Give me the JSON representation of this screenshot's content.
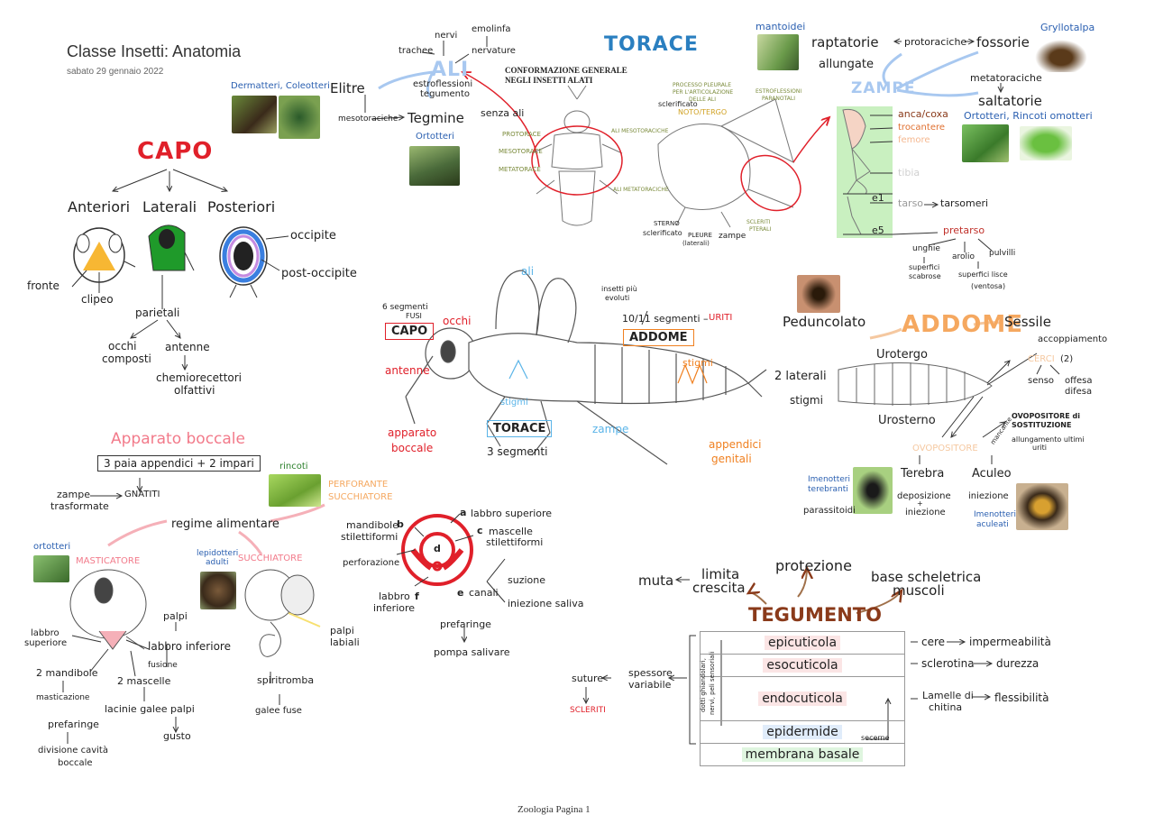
{
  "header": {
    "title": "Classe Insetti: Anatomia",
    "date": "sabato 29 gennaio 2022"
  },
  "capo": {
    "title": "CAPO",
    "groups": [
      "Anteriori",
      "Laterali",
      "Posteriori"
    ],
    "labels": {
      "fronte": "fronte",
      "clipeo": "clipeo",
      "parietali": "parietali",
      "occhi": "occhi",
      "composti": "composti",
      "antenne": "antenne",
      "chemio1": "chemiorecettori",
      "chemio2": "olfattivi",
      "occipite": "occipite",
      "post_occipite": "post-occipite"
    }
  },
  "ali": {
    "title": "ALI",
    "trachee": "trachee",
    "nervi": "nervi",
    "emolinfa": "emolinfa",
    "nervature": "nervature",
    "estro1": "estroflessioni",
    "estro2": "tegumento",
    "elitre": "Elitre",
    "tegmine": "Tegmine",
    "mesotoraciche": "mesotoraciche",
    "dermatteri": "Dermatteri, Coleotteri",
    "ortotteri": "Ortotteri"
  },
  "torace": {
    "title": "TORACE",
    "conf1": "CONFORMAZIONE GENERALE",
    "conf2": "NEGLI INSETTI ALATI",
    "senza_ali": "senza ali",
    "protorace": "PROTORACE",
    "mesotorace": "MESOTORACE",
    "metatorace": "METATORACE",
    "ali_meso": "ALI MESOTORACICHE",
    "ali_meta": "ALI METATORACICHE",
    "processo": [
      "PROCESSO PLEURALE",
      "PER L'ARTICOLAZIONE",
      "DELLE ALI"
    ],
    "sclerificato": "sclerificato",
    "noto": "NOTO/TERGO",
    "estro_par": [
      "ESTROFLESSIONI",
      "PARANOTALI"
    ],
    "sterno": "STERNO",
    "sterno_scl": "sclerificato",
    "pleure": "PLEURE",
    "laterali": "(laterali)",
    "zampe": "zampe",
    "scleriti": [
      "SCLERITI",
      "PTERALI"
    ]
  },
  "zampe": {
    "title": "ZAMPE",
    "mantoidei": "mantoidei",
    "gryllotalpa": "Gryllotalpa",
    "raptatorie": "raptatorie",
    "protoraciche": "protoraciche",
    "fossorie": "fossorie",
    "allungate": "allungate",
    "metatoraciche": "metatoraciche",
    "saltatorie": "saltatorie",
    "ortotteri_rincoti": "Ortotteri, Rincoti omotteri",
    "anca": "anca/coxa",
    "trocantere": "trocantere",
    "femore": "femore",
    "tibia": "tibia",
    "tarso": "tarso",
    "tarsomeri": "tarsomeri",
    "e1": "e1",
    "e5": "e5",
    "pretarso": "pretarso",
    "unghie": "unghie",
    "arolio": "arolio",
    "pulvilli": "pulvilli",
    "sup1": [
      "superfici",
      "scabrose"
    ],
    "sup2": [
      "superfici lisce",
      "(ventosa)"
    ]
  },
  "corpo": {
    "ali": "ali",
    "seg6": "6 segmenti",
    "fusi": "FUSI",
    "capo": "CAPO",
    "occhi": "occhi",
    "insetti_piu": "insetti più",
    "evoluti": "evoluti",
    "seg1011": "10/11 segmenti –",
    "uriti": "URITI",
    "addome": "ADDOME",
    "stigmi": "stigmi",
    "antenne": "antenne",
    "stigmi2": "stigmi",
    "torace": "TORACE",
    "seg3": "3 segmenti",
    "zampe": "zampe",
    "apparato": [
      "apparato",
      "boccale"
    ],
    "appendici": [
      "appendici",
      "genitali"
    ]
  },
  "addome": {
    "title": "ADDOME",
    "peduncolato": "Peduncolato",
    "sessile": "Sessile",
    "accoppiamento": "accoppiamento",
    "urotergo": "Urotergo",
    "laterali": "2 laterali",
    "stigmi": "stigmi",
    "cerci": "CERCI",
    "cerci_n": "(2)",
    "senso": "senso",
    "offesa": [
      "offesa",
      "difesa"
    ],
    "urosterno": "Urosterno",
    "ovopositore": "OVOPOSITORE",
    "ovo_sost": [
      "OVOPOSITORE di",
      "SOSTITUZIONE"
    ],
    "ovo_all": [
      "allungamento ultimi",
      "uriti"
    ],
    "mancante": "mancante",
    "terebra": "Terebra",
    "deposizione": [
      "deposizione",
      "+",
      "iniezione"
    ],
    "aculeo": "Aculeo",
    "iniezione": "iniezione",
    "imen_ter": [
      "Imenotteri",
      "terebranti"
    ],
    "parassitoidi": "parassitoidi",
    "imen_ac": [
      "Imenotteri",
      "aculeati"
    ]
  },
  "boccale": {
    "title": "Apparato boccale",
    "box": "3 paia appendici + 2 impari",
    "rincoti": "rincoti",
    "perforante": [
      "PERFORANTE",
      "SUCCHIATORE"
    ],
    "zampe_tr": [
      "zampe",
      "trasformate"
    ],
    "gnatiti": "GNATITI",
    "regime": "regime alimentare",
    "ortotteri": "ortotteri",
    "masticatore": "MASTICATORE",
    "lepidotteri": [
      "lepidotteri",
      "adulti"
    ],
    "succhiatore": "SUCCHIATORE",
    "labbro_sup": [
      "labbro",
      "superiore"
    ],
    "palpi": "palpi",
    "labbro_inf": "labbro inferiore",
    "fusione": "fusione",
    "mandibole": "2 mandibole",
    "masticazione": "masticazione",
    "mascelle": "2 mascelle",
    "lacinie": "lacinie galee palpi",
    "gusto": "gusto",
    "prefaringe": "prefaringe",
    "divisione": [
      "divisione cavità",
      "boccale"
    ],
    "palpi_lab": [
      "palpi",
      "labiali"
    ],
    "spiritromba": "spiritromba",
    "galee": "galee fuse"
  },
  "stiletti": {
    "a": "a",
    "a_lab": "labbro superiore",
    "b": "b",
    "b_lab": [
      "mandibole",
      "stilettiformi"
    ],
    "perforazione": "perforazione",
    "c": "c",
    "c_lab": [
      "mascelle",
      "stilettiformi"
    ],
    "d": "d",
    "e": "e",
    "canali": "canali",
    "suzione": "suzione",
    "iniezione": "iniezione saliva",
    "f": "f",
    "f_lab": [
      "labbro",
      "inferiore"
    ],
    "prefaringe": "prefaringe",
    "pompa": "pompa salivare"
  },
  "tegumento": {
    "title": "TEGUMENTO",
    "protezione": "protezione",
    "limita": [
      "limita",
      "crescita"
    ],
    "muta": "muta",
    "base": [
      "base scheletrica",
      "muscoli"
    ],
    "layers": [
      "epicuticola",
      "esocuticola",
      "endocuticola",
      "epidermide",
      "membrana basale"
    ],
    "cere": "cere",
    "imperm": "impermeabilità",
    "sclerotina": "sclerotina",
    "durezza": "durezza",
    "lamelle": [
      "Lamelle di",
      "chitina"
    ],
    "flessibilita": "flessibilità",
    "spessore": [
      "spessore",
      "variabile"
    ],
    "suture": "suture",
    "scleriti": "SCLERITI",
    "dotti": [
      "dotti ghiandolari,",
      "nervi, peli sensoriali"
    ],
    "secerne": "secerne"
  },
  "footer": "Zoologia Pagina 1",
  "colors": {
    "red": "#e0202a",
    "blue": "#2a5fb0",
    "orange": "#f08020",
    "brown": "#8a3a1a",
    "green": "#c9f0c0"
  }
}
